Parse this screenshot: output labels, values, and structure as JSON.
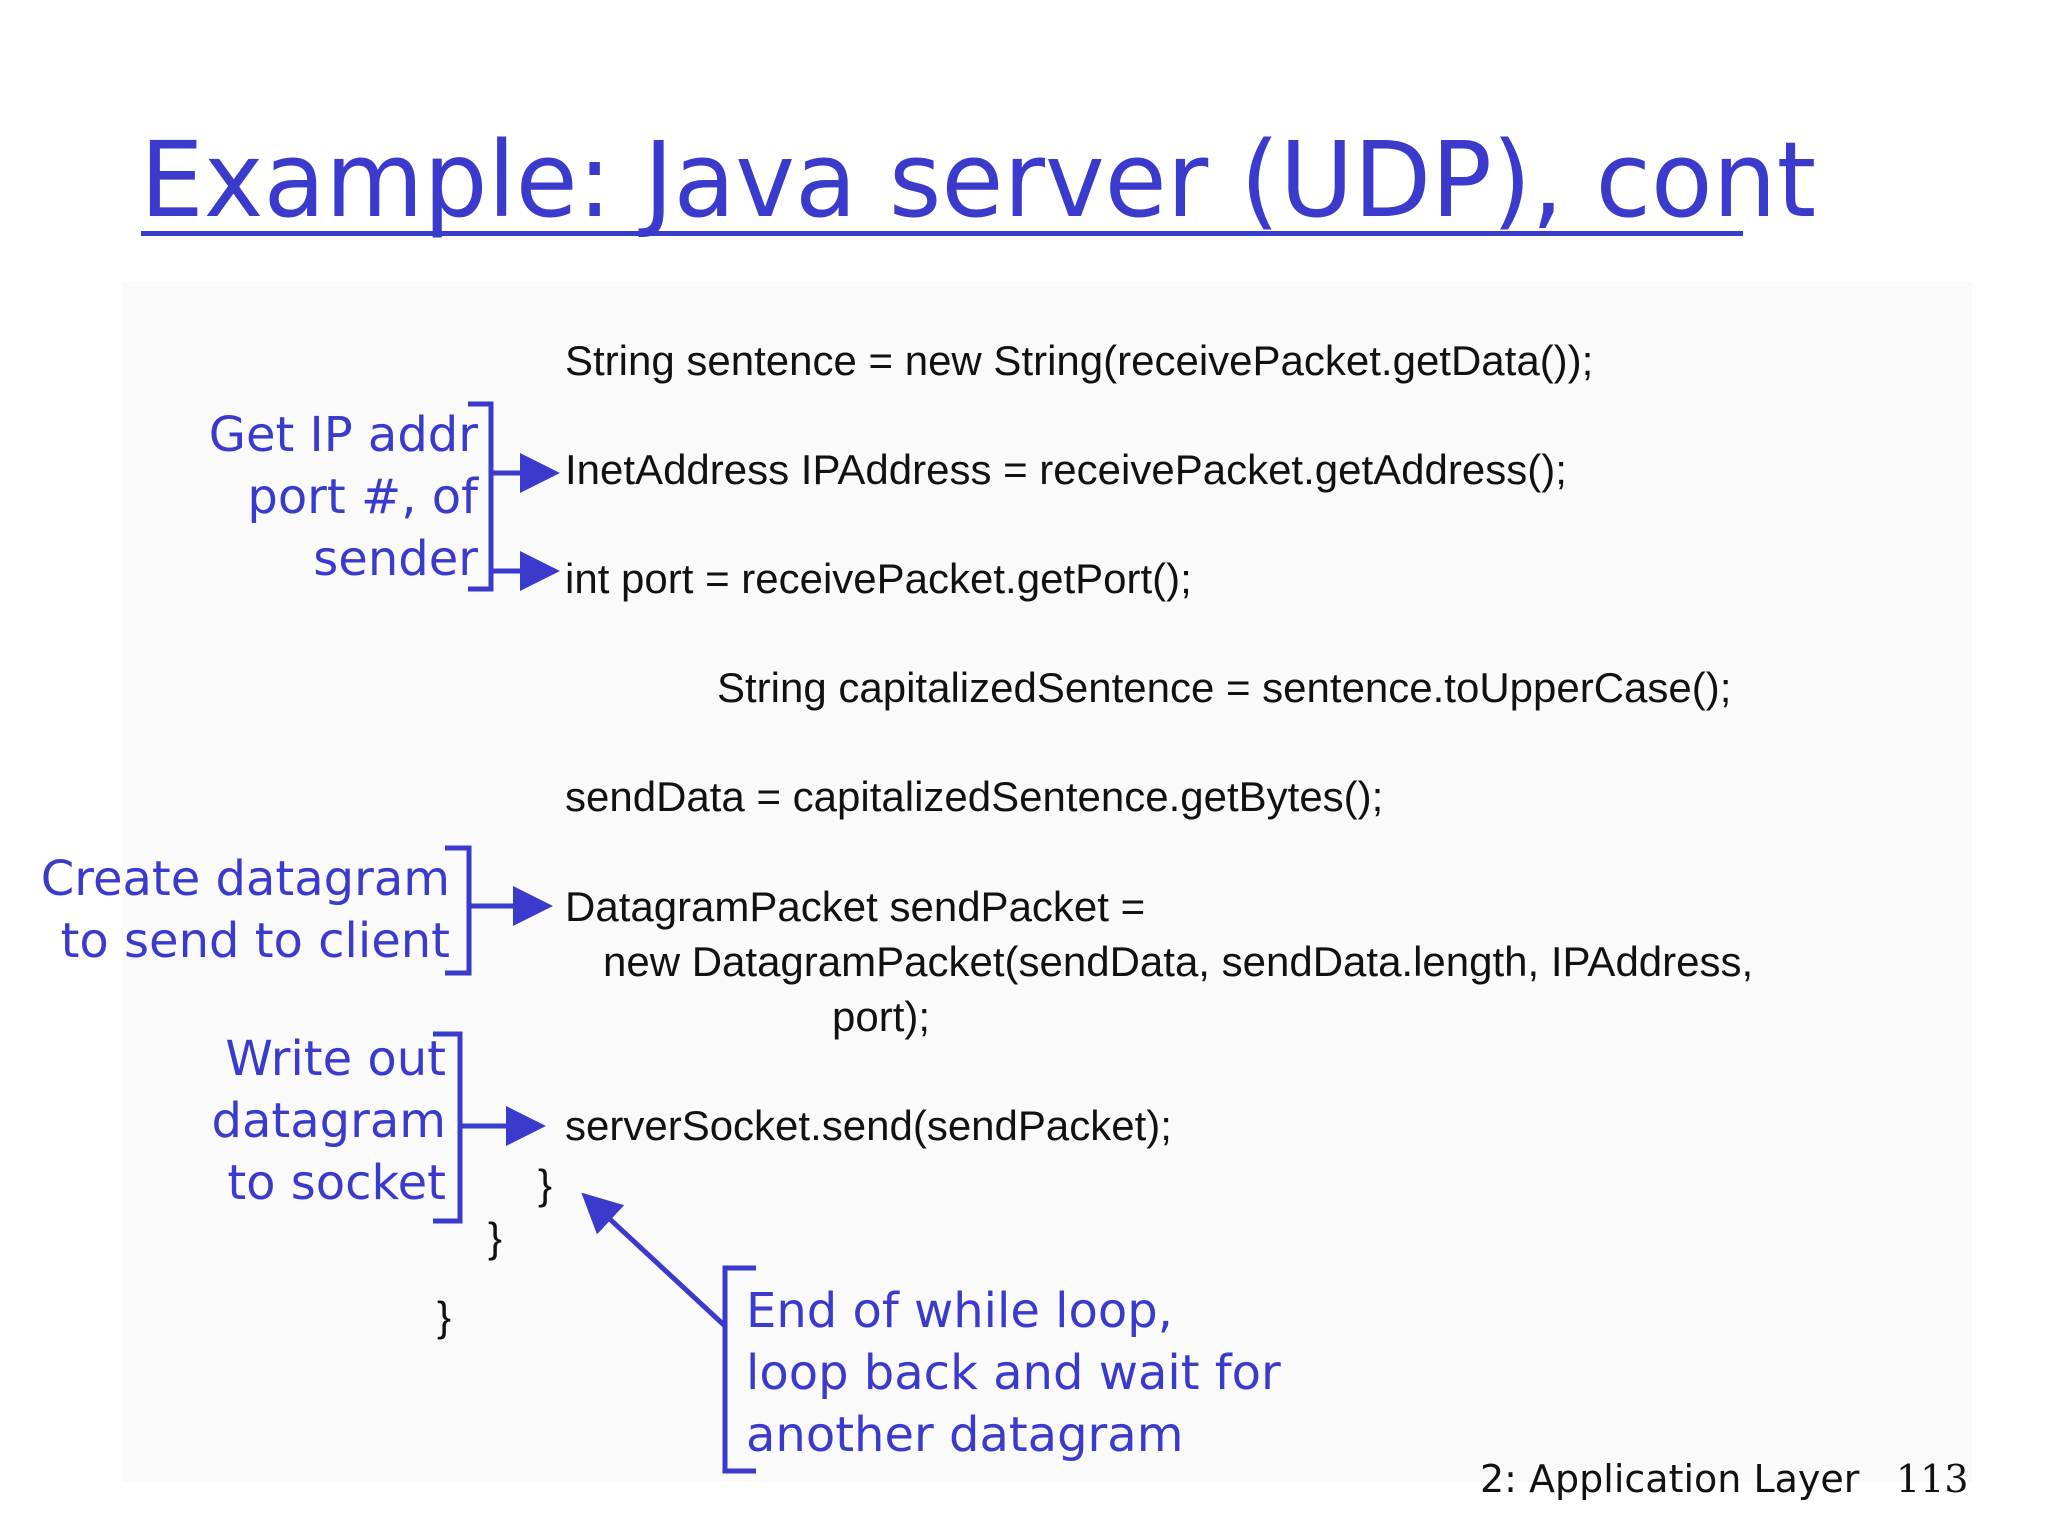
{
  "title": "Example: Java server (UDP), cont",
  "code": {
    "line1": "String sentence = new String(receivePacket.getData());",
    "line2": "InetAddress IPAddress = receivePacket.getAddress();",
    "line3": "int port = receivePacket.getPort();",
    "line4": "String capitalizedSentence = sentence.toUpperCase();",
    "line5": "sendData = capitalizedSentence.getBytes();",
    "line6": "DatagramPacket sendPacket =",
    "line7": "new DatagramPacket(sendData, sendData.length, IPAddress,",
    "line8": "port);",
    "line9": "serverSocket.send(sendPacket);",
    "brace1": "}",
    "brace2": "}",
    "brace3": "}"
  },
  "annotations": {
    "get_ip": [
      "Get IP addr",
      "port #, of",
      "sender"
    ],
    "create_datagram": [
      "Create datagram",
      "to send to client"
    ],
    "write_out": [
      "Write out",
      "datagram",
      "to socket"
    ],
    "end_loop": [
      "End of while loop,",
      "loop back and wait for",
      "another datagram"
    ]
  },
  "footer": {
    "chapter": "2: Application Layer",
    "page": "113"
  },
  "colors": {
    "accent": "#3a3acc",
    "text": "#111111"
  }
}
